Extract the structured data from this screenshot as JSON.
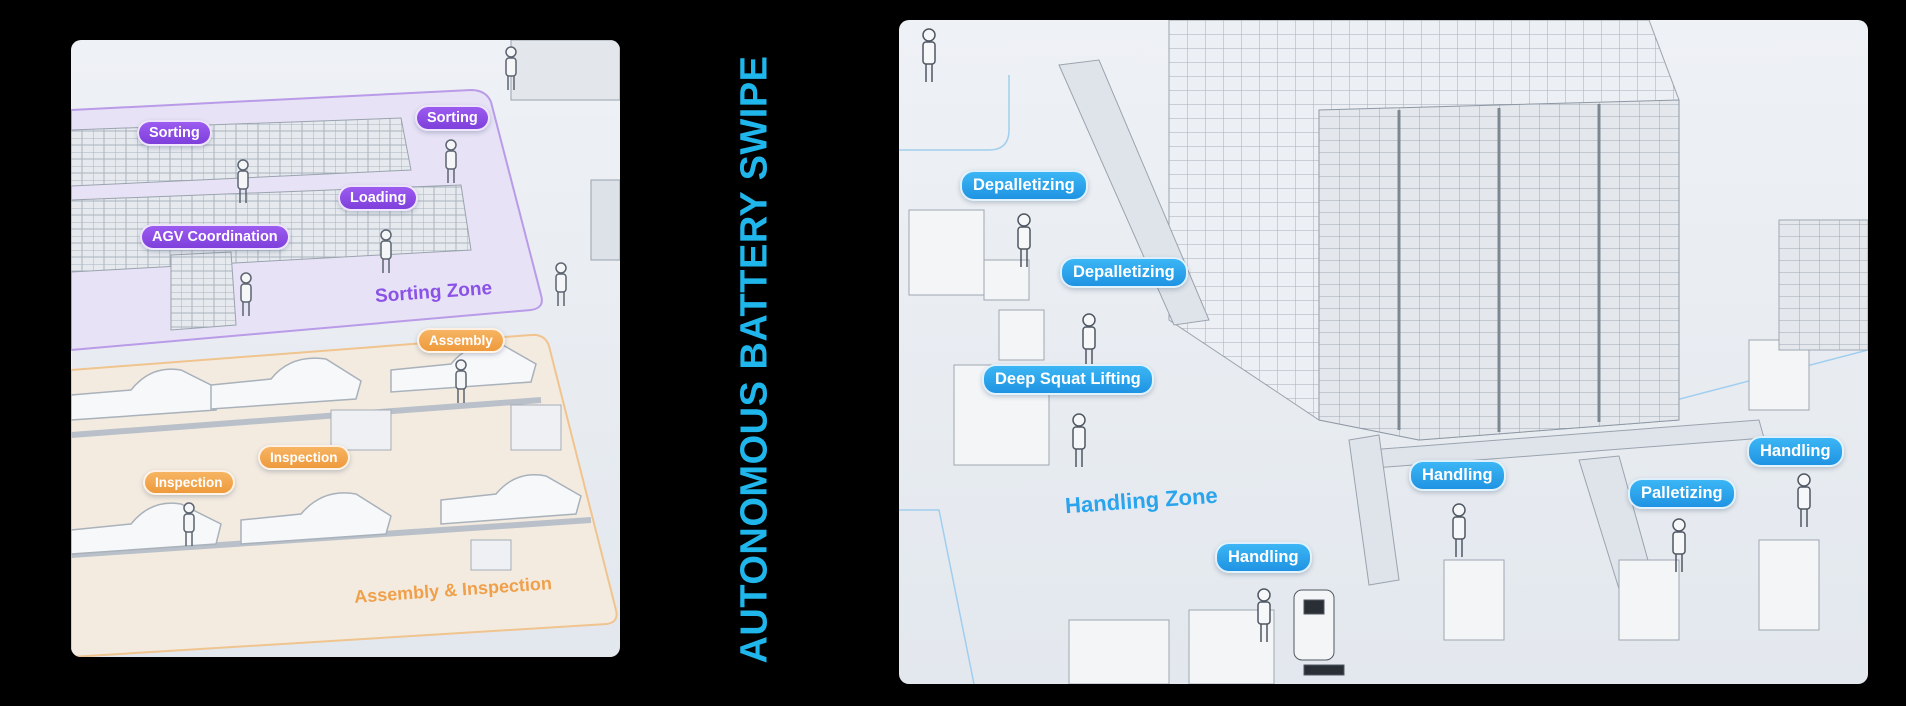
{
  "title": "AUTONOMOUS BATTERY SWIPE",
  "colors": {
    "title": "#1fb6ec",
    "sorting": "#8a52e6",
    "assembly": "#f0a04a",
    "handling": "#2aa4ec",
    "background": "#000000",
    "scene": "#e9edf2"
  },
  "left_scene": {
    "sorting_zone": {
      "title": "Sorting Zone",
      "tags": [
        "Sorting",
        "Sorting",
        "Loading",
        "AGV Coordination"
      ]
    },
    "assembly_zone": {
      "title": "Assembly & Inspection",
      "tags": [
        "Assembly",
        "Inspection",
        "Inspection"
      ]
    }
  },
  "right_scene": {
    "handling_zone": {
      "title": "Handling Zone",
      "tags": [
        "Depalletizing",
        "Depalletizing",
        "Deep Squat Lifting",
        "Handling",
        "Palletizing",
        "Handling",
        "Handling"
      ]
    }
  }
}
